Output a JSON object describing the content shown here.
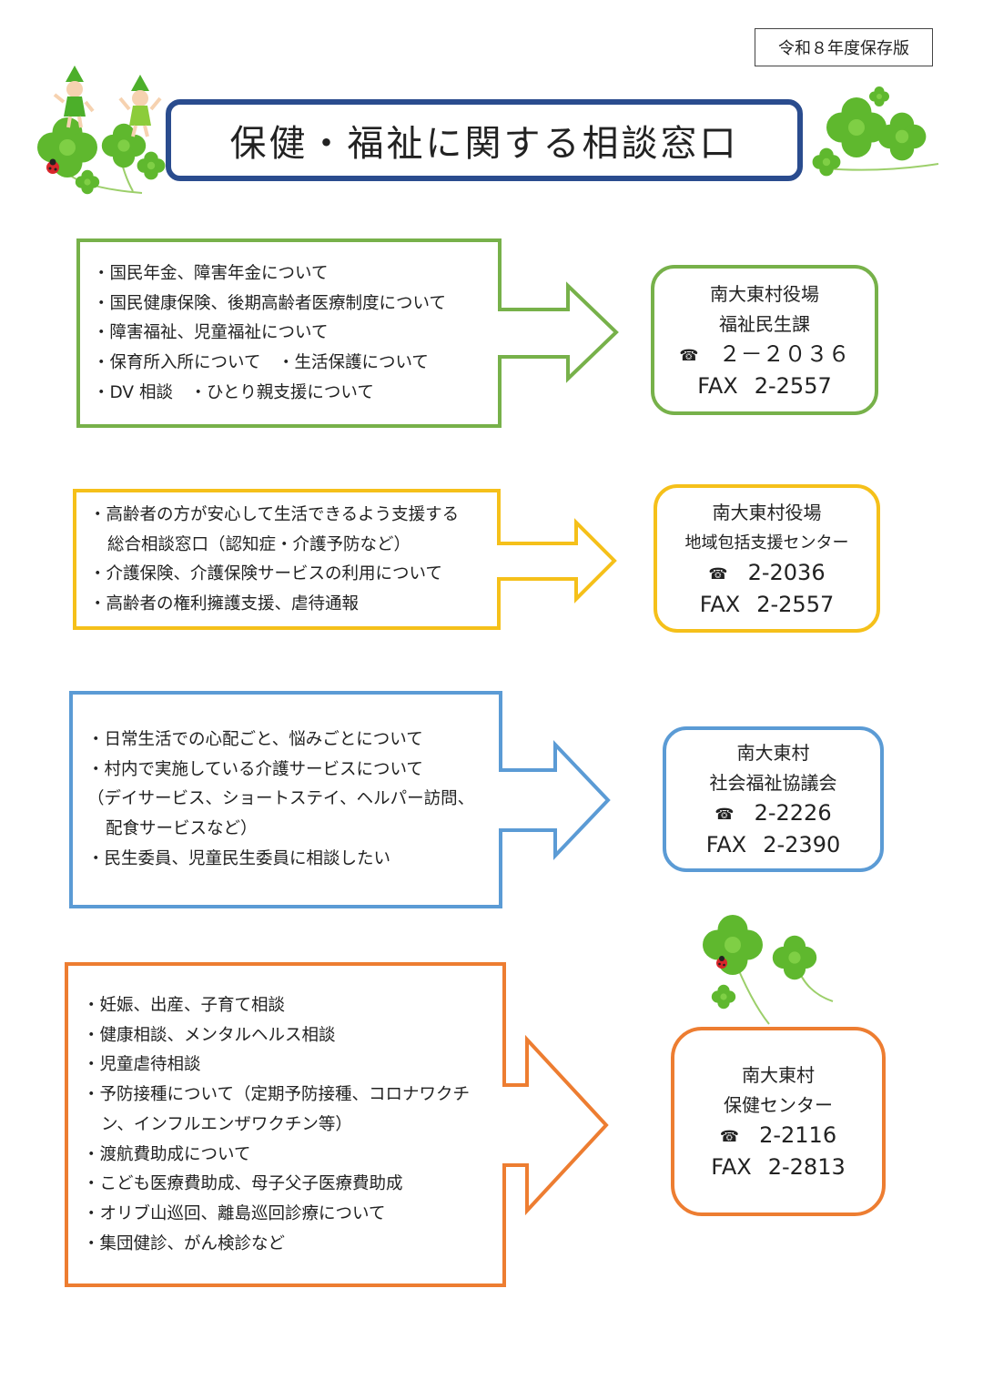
{
  "header": {
    "edition": "令和８年度保存版",
    "title": "保健・福祉に関する相談窓口"
  },
  "sections": [
    {
      "color": "#77b14a",
      "items": [
        "・国民年金、障害年金について",
        "・国民健康保険、後期高齢者医療制度について",
        "・障害福祉、児童福祉について",
        "・保育所入所について　・生活保護について",
        "・DV 相談　・ひとり親支援について"
      ],
      "office": {
        "name1": "南大東村役場",
        "name2": "福祉民生課",
        "tel": "２－２０３６",
        "fax_label": "FAX",
        "fax": "2-2557"
      }
    },
    {
      "color": "#f5c01a",
      "items": [
        "・高齢者の方が安心して生活できるよう支援する",
        "総合相談窓口（認知症・介護予防など）",
        "・介護保険、介護保険サービスの利用について",
        "・高齢者の権利擁護支援、虐待通報"
      ],
      "office": {
        "name1": "南大東村役場",
        "name2": "地域包括支援センター",
        "tel": "2-2036",
        "fax_label": "FAX",
        "fax": "2-2557"
      }
    },
    {
      "color": "#5b9bd5",
      "items": [
        "・日常生活での心配ごと、悩みごとについて",
        "・村内で実施している介護サービスについて",
        "（デイサービス、ショートステイ、ヘルパー訪問、",
        "配食サービスなど）",
        "・民生委員、児童民生委員に相談したい"
      ],
      "office": {
        "name1": "南大東村",
        "name2": "社会福祉協議会",
        "tel": "2-2226",
        "fax_label": "FAX",
        "fax": "2-2390"
      }
    },
    {
      "color": "#ed7d31",
      "items": [
        "・妊娠、出産、子育て相談",
        "・健康相談、メンタルヘルス相談",
        "・児童虐待相談",
        "・予防接種について（定期予防接種、コロナワクチ",
        "ン、インフルエンザワクチン等）",
        "・渡航費助成について",
        "・こども医療費助成、母子父子医療費助成",
        "・オリブ山巡回、離島巡回診療について",
        "・集団健診、がん検診など"
      ],
      "office": {
        "name1": "南大東村",
        "name2": "保健センター",
        "tel": "2-2116",
        "fax_label": "FAX",
        "fax": "2-2813"
      }
    }
  ],
  "icons": {
    "phone": "phone-icon",
    "clover": "clover-icon",
    "ladybug": "ladybug-icon",
    "fairy": "fairy-icon"
  }
}
